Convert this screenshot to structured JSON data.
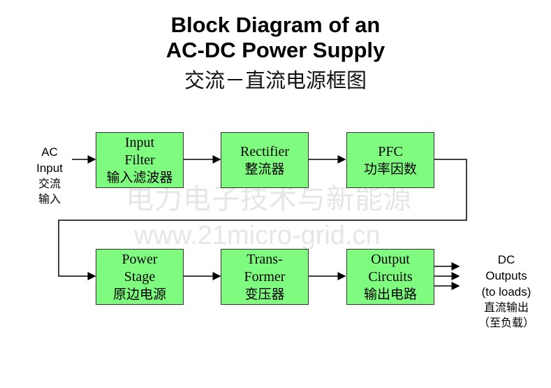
{
  "title": {
    "line1": "Block Diagram of an",
    "line2": "AC-DC Power Supply",
    "line3": "交流－直流电源框图"
  },
  "watermark": {
    "cn": "电力电子技术与新能源",
    "url": "www.21micro-grid.cn"
  },
  "input_label": {
    "en1": "AC",
    "en2": "Input",
    "cn1": "交流",
    "cn2": "输入"
  },
  "output_label": {
    "en1": "DC",
    "en2": "Outputs",
    "en3": "(to loads)",
    "cn1": "直流输出",
    "cn2": "（至负载）"
  },
  "blocks": [
    {
      "en": [
        "Input",
        "Filter"
      ],
      "cn": "输入滤波器"
    },
    {
      "en": [
        "Rectifier"
      ],
      "cn": "整流器"
    },
    {
      "en": [
        "PFC"
      ],
      "cn": "功率因数"
    },
    {
      "en": [
        "Power",
        "Stage"
      ],
      "cn": "原边电源"
    },
    {
      "en": [
        "Trans-",
        "Former"
      ],
      "cn": "变压器"
    },
    {
      "en": [
        "Output",
        "Circuits"
      ],
      "cn": "输出电路"
    }
  ],
  "colors": {
    "block_fill": "#7ffc7f",
    "line": "#000000"
  }
}
